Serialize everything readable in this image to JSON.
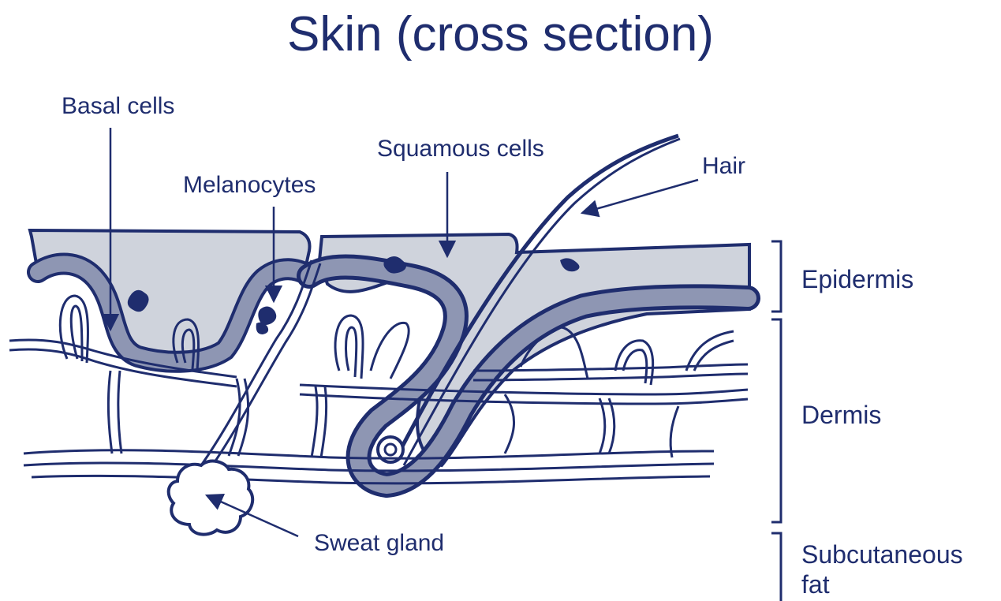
{
  "title": "Skin (cross section)",
  "labels": {
    "basal_cells": "Basal cells",
    "melanocytes": "Melanocytes",
    "squamous_cells": "Squamous cells",
    "hair": "Hair",
    "sweat_gland": "Sweat gland"
  },
  "layers": {
    "epidermis": "Epidermis",
    "dermis": "Dermis",
    "subcutaneous_line1": "Subcutaneous",
    "subcutaneous_line2": "fat"
  },
  "colors": {
    "ink": "#1f2d6e",
    "epidermis_fill": "#cfd3dc",
    "basal_layer_fill": "#8e96b3"
  }
}
